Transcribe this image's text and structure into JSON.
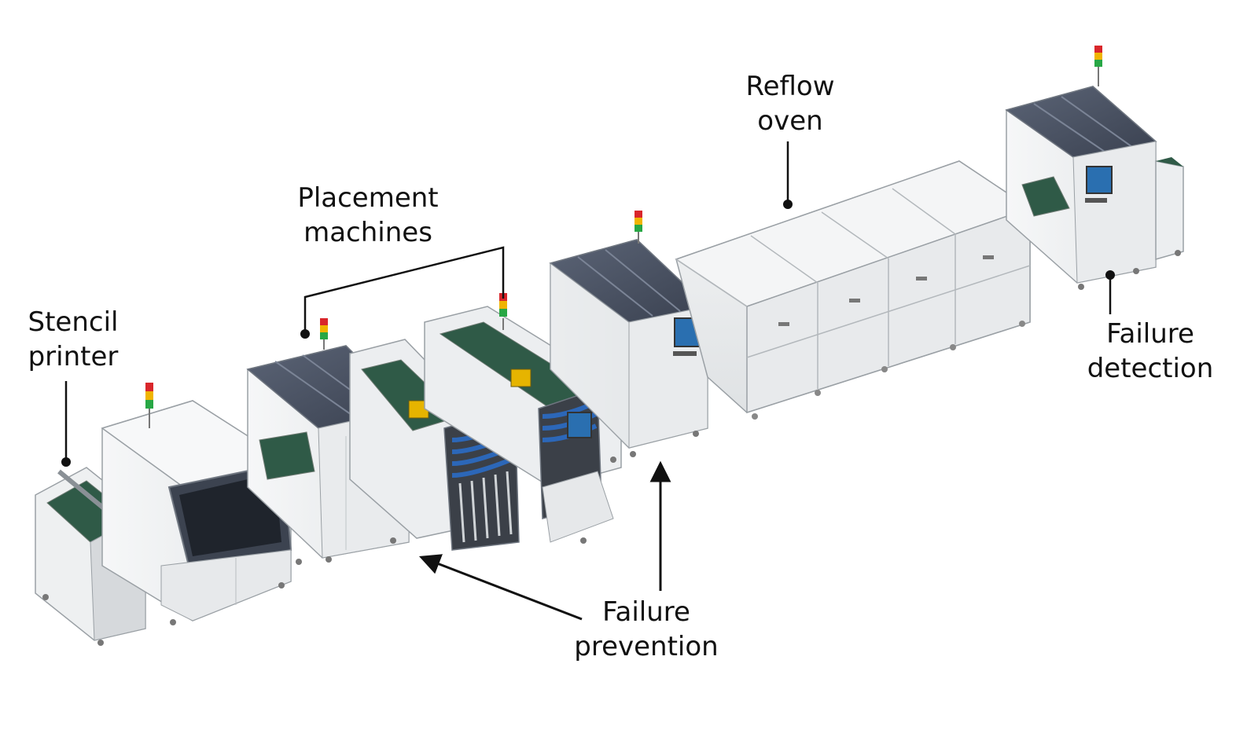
{
  "labels": {
    "stencil_printer": [
      "Stencil",
      "printer"
    ],
    "placement_machines": [
      "Placement",
      "machines"
    ],
    "reflow_oven": [
      "Reflow",
      "oven"
    ],
    "failure_detection": [
      "Failure",
      "detection"
    ],
    "failure_prevention": [
      "Failure",
      "prevention"
    ]
  },
  "colors": {
    "machine_body": "#f2f3f4",
    "machine_shade": "#d9dcdf",
    "machine_dark_side": "#c6cacd",
    "roof_panel": "#4a5263",
    "conveyor_belt": "#2f5a47",
    "screen": "#2a6fb0",
    "feeder_blue": "#2c67b8",
    "signal_red": "#d9262b",
    "signal_amber": "#f0b400",
    "signal_green": "#28a745",
    "callout": "#111111"
  },
  "icons": [
    "signal-tower-icon",
    "monitor-icon",
    "arrow-icon",
    "callout-dot-icon"
  ]
}
